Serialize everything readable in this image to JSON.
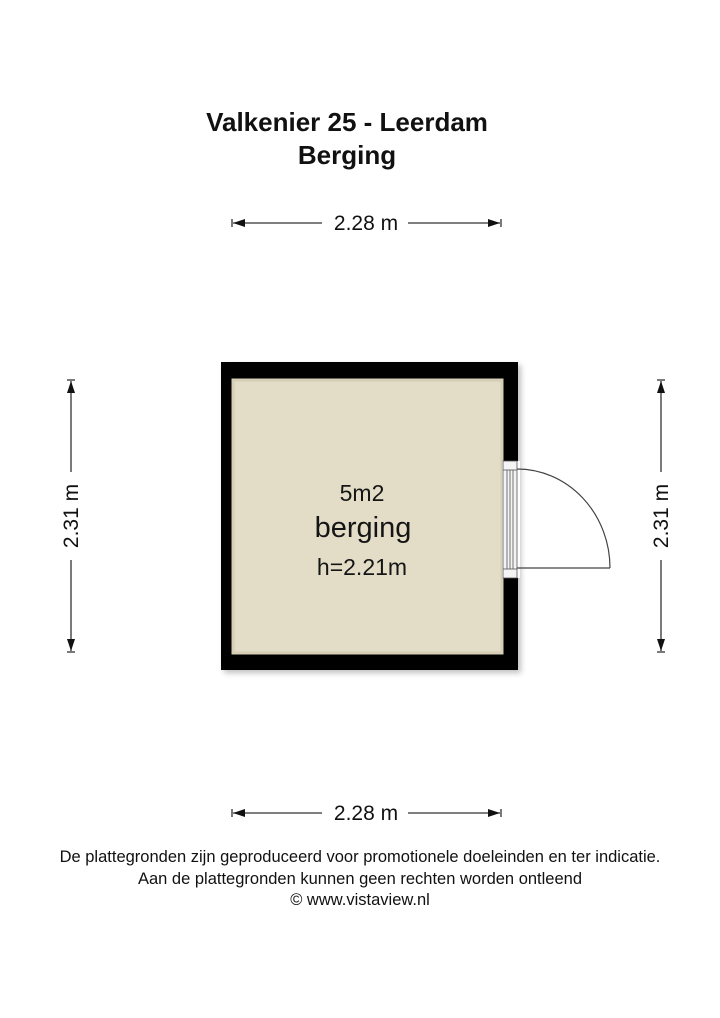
{
  "header": {
    "title": "Valkenier 25 - Leerdam",
    "subtitle": "Berging"
  },
  "dimensions": {
    "top_width": "2.28 m",
    "bottom_width": "2.28 m",
    "left_height": "2.31 m",
    "right_height": "2.31 m"
  },
  "room": {
    "area": "5m2",
    "name": "berging",
    "height": "h=2.21m",
    "floor_color": "#e3dcc7",
    "wall_color": "#000000"
  },
  "door": {
    "icon": "door-swing-icon",
    "side": "right"
  },
  "footer": {
    "line1": "De plattegronden zijn geproduceerd voor promotionele doeleinden en ter indicatie.",
    "line2": "Aan de plattegronden kunnen geen rechten worden ontleend",
    "line3": "© www.vistaview.nl"
  }
}
